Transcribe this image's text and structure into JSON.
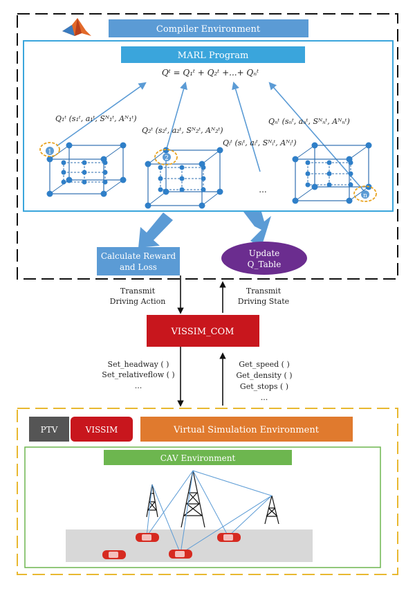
{
  "compiler_env": {
    "title": "Compiler Environment",
    "marl_program": "MARL Program",
    "q_total": "Qᵗ = Q₁ᵗ + Q₂ᵗ +...+ Qₙᵗ",
    "agents": [
      {
        "q_label": "Q₁ᵗ (s₁ᵗ, a₁ᵗ, Sᴺ₁ᵗ, Aᴺ₁ᵗ)",
        "badge": "1"
      },
      {
        "q_label": "Q₂ᵗ (s₂ᵗ, a₂ᵗ, Sᴺ₂ᵗ, Aᴺ₂ᵗ)",
        "badge": "2"
      },
      {
        "q_label": "Qᵢᵗ (sᵢᵗ, aᵢᵗ, Sᴺᵢᵗ, Aᴺᵢᵗ)",
        "badge": ""
      },
      {
        "q_label": "Qₙᵗ (sₙᵗ, aₙᵗ, Sᴺₙᵗ, Aᴺₙᵗ)",
        "badge": "n"
      }
    ],
    "ellipsis": "...",
    "reward_box": [
      "Calculate Reward",
      "and Loss"
    ],
    "update_box": [
      "Update",
      "Q_Table"
    ]
  },
  "middle": {
    "transmit_action": [
      "Transmit",
      "Driving Action"
    ],
    "transmit_state": [
      "Transmit",
      "Driving State"
    ],
    "com_box": "VISSIM_COM",
    "set_funcs": [
      "Set_headway ( )",
      "Set_relativeflow ( )",
      "..."
    ],
    "get_funcs": [
      "Get_speed ( )",
      "Get_density ( )",
      "Get_stops ( )",
      "..."
    ]
  },
  "virtual_env": {
    "ptv": "PTV",
    "vissim": "VISSIM",
    "title": "Virtual Simulation Environment",
    "cav_env": "CAV Environment"
  },
  "colors": {
    "blue_box": "#5b9bd5",
    "cyan_box": "#3aa5dc",
    "red_box": "#c8161d",
    "purple_box": "#6b2d8f",
    "orange_box": "#e07a2e",
    "green_box": "#6db64f",
    "gray_box": "#555555",
    "arrow_blue": "#5b9bd5",
    "car_red": "#d62a20"
  }
}
